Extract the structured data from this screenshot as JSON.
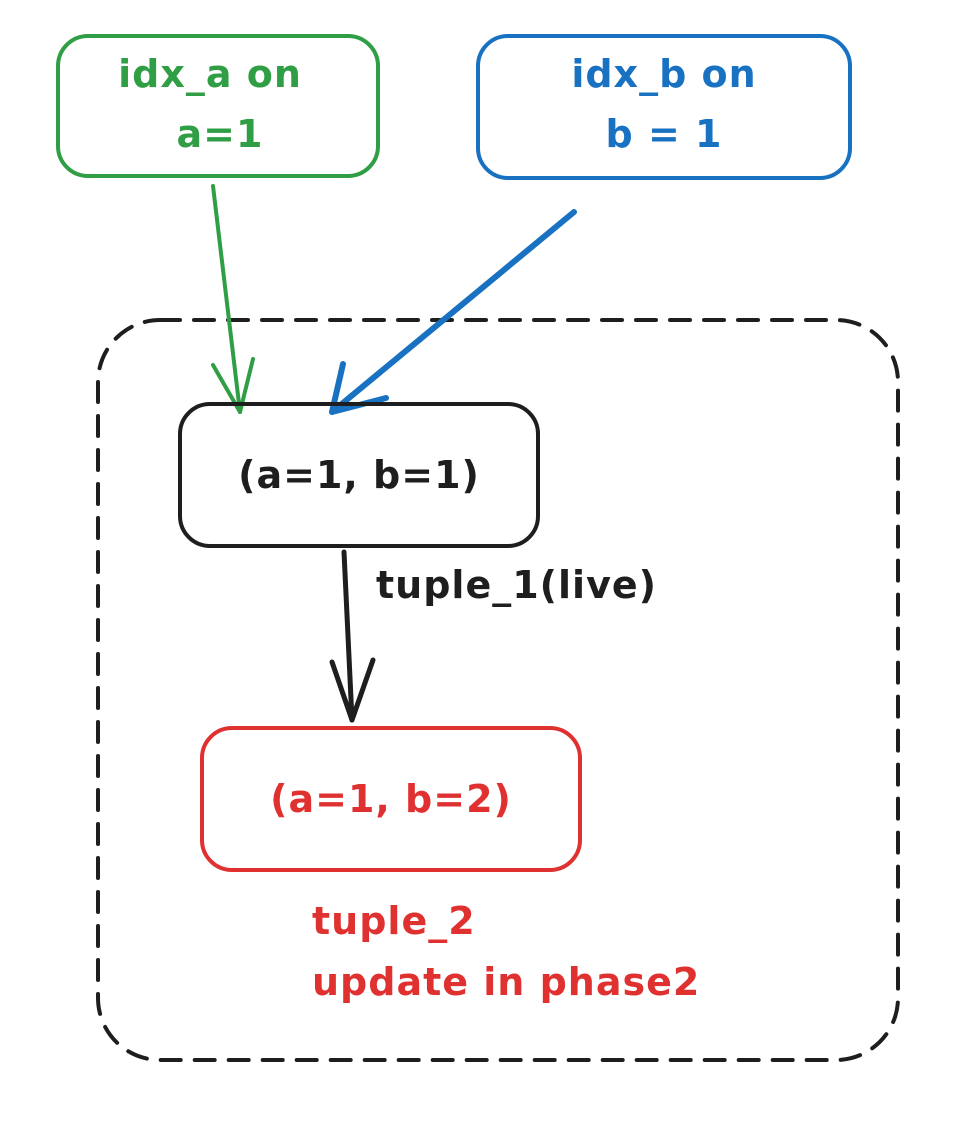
{
  "colors": {
    "green": "#2f9e44",
    "blue": "#1971c2",
    "black": "#1e1e1e",
    "red": "#e03131",
    "background": "#ffffff"
  },
  "nodes": {
    "idx_a": {
      "line1": "idx_a on",
      "line2": "a=1"
    },
    "idx_b": {
      "line1": "idx_b on",
      "line2": "b = 1"
    },
    "tuple_1_box": {
      "label": "(a=1, b=1)"
    },
    "tuple_2_box": {
      "label": "(a=1, b=2)"
    }
  },
  "edges": {
    "tuple_1_label": "tuple_1(live)"
  },
  "annotations": {
    "tuple_2_line1": "tuple_2",
    "tuple_2_line2": "update in phase2"
  }
}
